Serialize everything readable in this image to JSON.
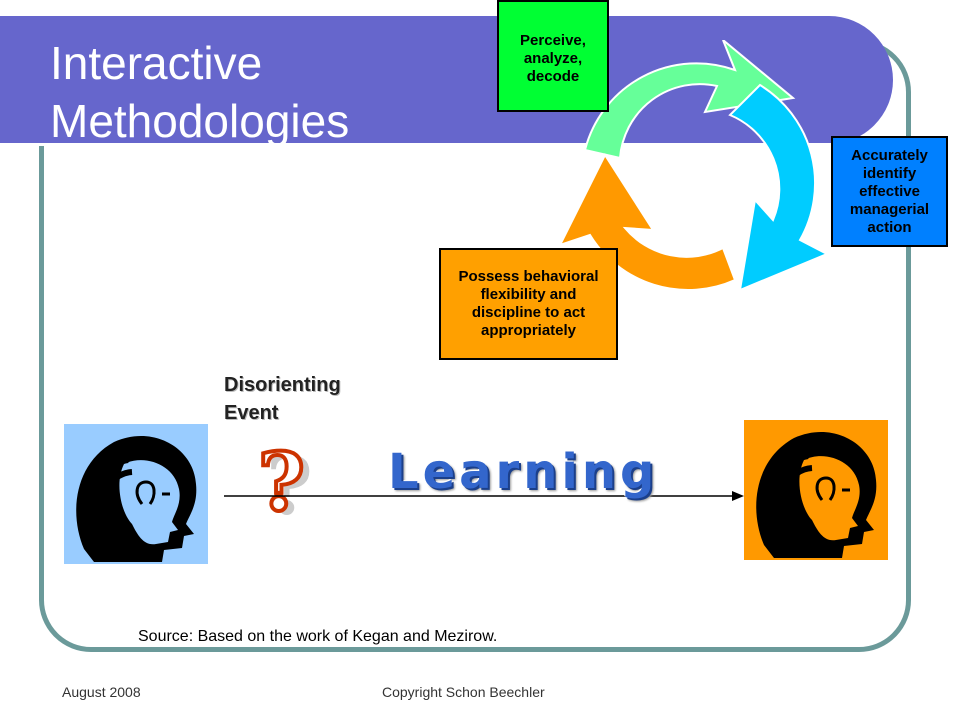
{
  "slide": {
    "title_line1": "Interactive",
    "title_line2": "Methodologies"
  },
  "cycle": {
    "perceive": "Perceive, analyze, decode",
    "identify": "Accurately identify effective managerial action",
    "possess": "Possess behavioral flexibility and discipline to act appropriately",
    "colors": {
      "green": "#66ff99",
      "blue": "#00ccff",
      "orange": "#ff9900"
    }
  },
  "transformation": {
    "event_line1": "Disorienting",
    "event_line2": "Event",
    "question_mark": "?",
    "learning_label": "Learning"
  },
  "source": "Source: Based on the work of Kegan and Mezirow.",
  "footer": {
    "date": "August 2008",
    "copyright": "Copyright Schon Beechler"
  },
  "icons": [
    "head-profile-icon",
    "question-mark-icon",
    "cycle-arrows-icon"
  ]
}
